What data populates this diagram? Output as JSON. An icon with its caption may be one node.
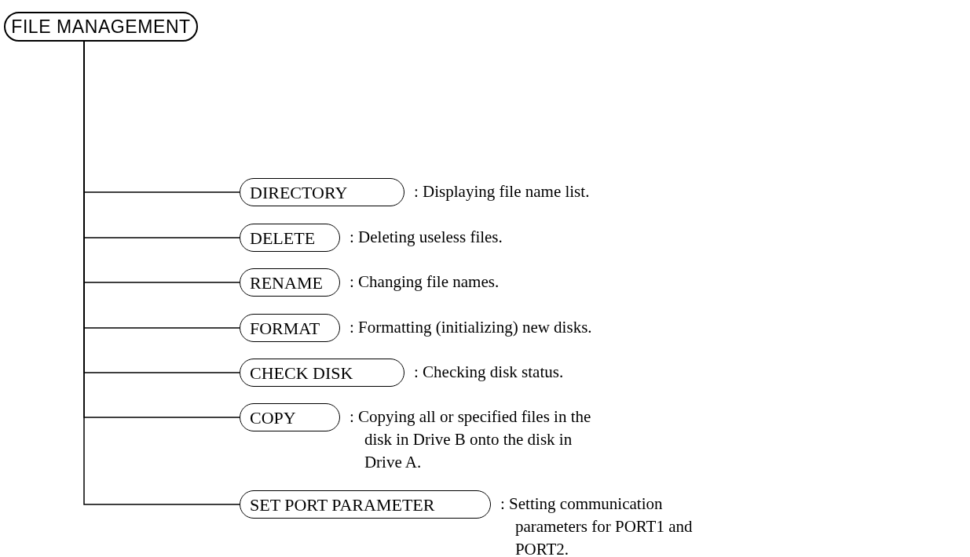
{
  "diagram": {
    "nodes": [
      {
        "text": [
          "FILE MANAGEMENT"
        ]
      },
      {
        "text": [
          "DIRECTORY"
        ],
        "beside": [
          ": Displaying file name list."
        ]
      },
      {
        "text": [
          "DELETE"
        ],
        "beside": [
          ": Deleting useless files."
        ]
      },
      {
        "text": [
          "RENAME"
        ],
        "beside": [
          ": Changing file names."
        ]
      },
      {
        "text": [
          "FORMAT"
        ],
        "beside": [
          ": Formatting (initializing) new disks."
        ]
      },
      {
        "text": [
          "CHECK DISK"
        ],
        "beside": [
          ": Checking disk status."
        ]
      },
      {
        "text": [
          "COPY"
        ],
        "beside": [
          ": Copying all or specified files in the disk in Drive B onto the disk in Drive A."
        ]
      },
      {
        "text": [
          "SET PORT PARAMETER"
        ],
        "beside": [
          ": Setting communication parameters for PORT1 and PORT2."
        ]
      }
    ],
    "edges": [
      {
        "from": 0,
        "to": 1,
        "arrow": "none"
      },
      {
        "from": 0,
        "to": 2,
        "arrow": "none"
      },
      {
        "from": 0,
        "to": 3,
        "arrow": "none"
      },
      {
        "from": 0,
        "to": 4,
        "arrow": "none"
      },
      {
        "from": 0,
        "to": 5,
        "arrow": "none"
      },
      {
        "from": 0,
        "to": 6,
        "arrow": "none"
      },
      {
        "from": 0,
        "to": 7,
        "arrow": "none"
      }
    ]
  }
}
